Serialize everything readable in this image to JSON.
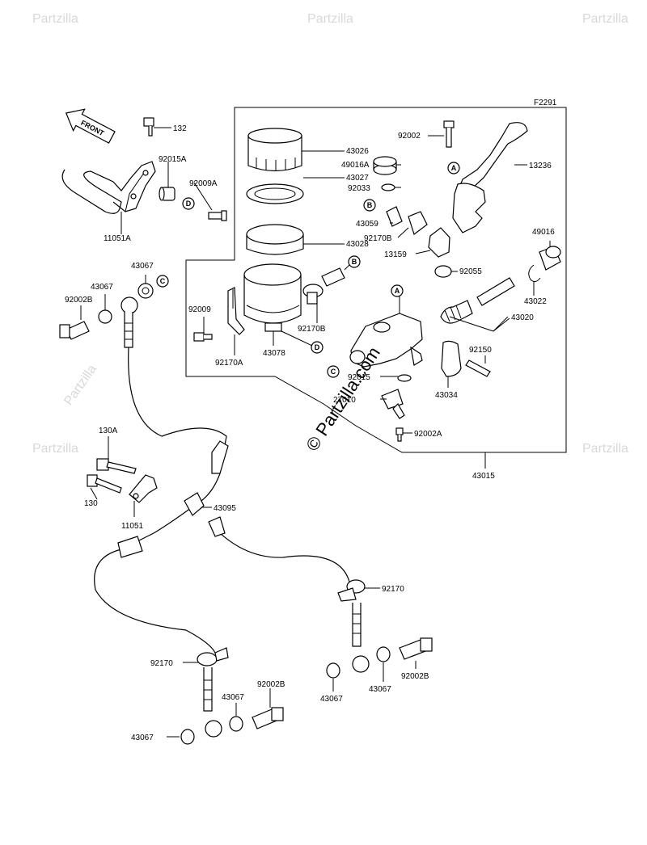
{
  "diagram": {
    "figure_code": "F2291",
    "front_label": "FRONT",
    "watermark": "© Partzilla.com",
    "faint_watermark": "Partzilla",
    "callout_letters": [
      "A",
      "B",
      "C",
      "D"
    ],
    "parts": {
      "p132": "132",
      "p92015A": "92015A",
      "p92009A": "92009A",
      "p11051A": "11051A",
      "p43026": "43026",
      "p49016A": "49016A",
      "p92033": "92033",
      "p43027": "43027",
      "p43028": "43028",
      "p92002": "92002",
      "p13236": "13236",
      "p43059": "43059",
      "p92170B_a": "92170B",
      "p13159": "13159",
      "p92055": "92055",
      "p49016": "49016",
      "p43022": "43022",
      "p43020": "43020",
      "p43067_a": "43067",
      "p43067_b": "43067",
      "p92002B_a": "92002B",
      "p92009": "92009",
      "p92170A": "92170A",
      "p43078": "43078",
      "p92170B_b": "92170B",
      "p92150": "92150",
      "p92015": "92015",
      "p43034": "43034",
      "p27010": "27010",
      "p92002A": "92002A",
      "p43015": "43015",
      "p130A": "130A",
      "p130": "130",
      "p11051": "11051",
      "p43095": "43095",
      "p92170_a": "92170",
      "p92170_b": "92170",
      "p43067_c": "43067",
      "p43067_d": "43067",
      "p92002B_b": "92002B",
      "p92002B_c": "92002B",
      "p43067_e": "43067",
      "p43067_f": "43067"
    }
  }
}
